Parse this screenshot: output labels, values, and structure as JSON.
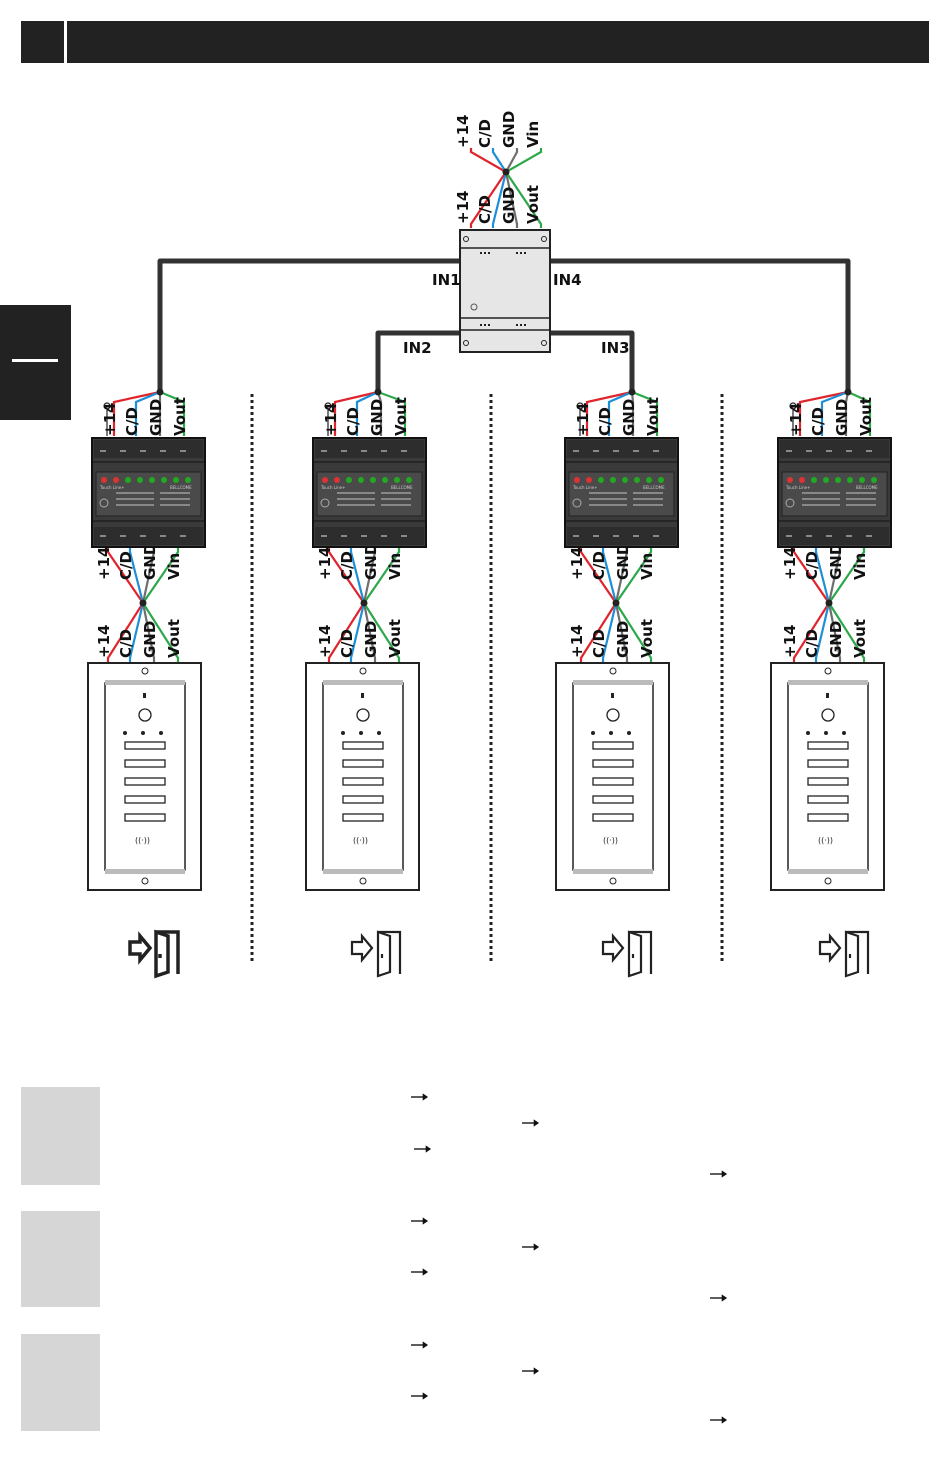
{
  "colors": {
    "wire_p14": "#e0242b",
    "wire_cd": "#1d8fd6",
    "wire_gnd": "#6e6e6e",
    "wire_v": "#2ca84a",
    "bus": "#333333",
    "header": "#222222",
    "sidebar": "#222222",
    "placeholder_box": "#d6d6d6"
  },
  "wire_labels": {
    "p14": "+14",
    "cd": "C/D",
    "gnd": "GND",
    "vin": "Vin",
    "vout": "Vout"
  },
  "inputs": [
    "IN1",
    "IN2",
    "IN3",
    "IN4"
  ],
  "device_brand": "BELLCOME",
  "device_label": "Touch Line+",
  "icons": {
    "door": "door-enter-icon",
    "arrow": "arrow-right-icon",
    "reader": "rfid-icon"
  }
}
